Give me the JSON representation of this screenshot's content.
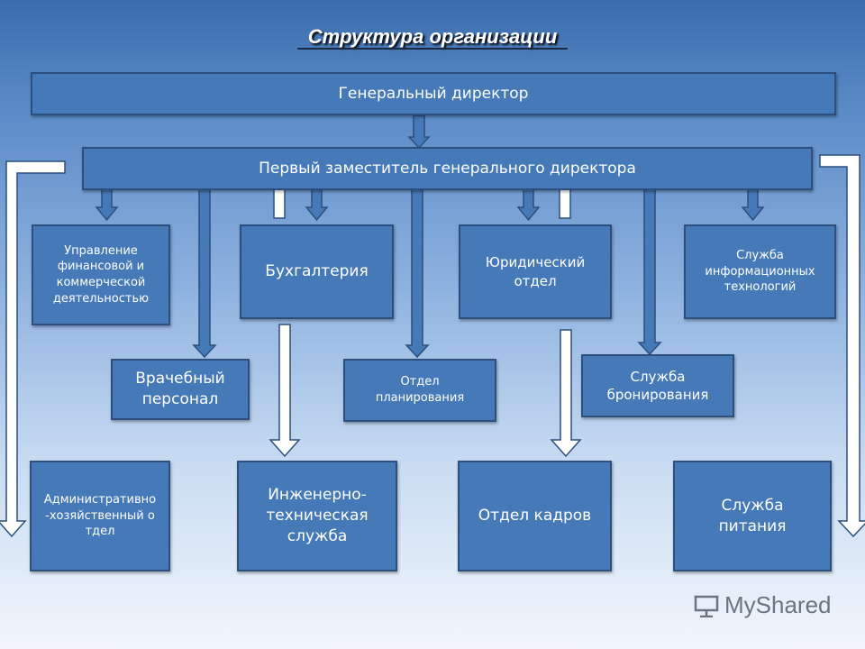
{
  "title": "Структура организации",
  "boxes": {
    "general_director": "Генеральный директор",
    "first_deputy": "Первый заместитель генерального директора",
    "finance": "Управление финансовой и коммерческой деятельностью",
    "accounting": "Бухгалтерия",
    "legal": "Юридический отдел",
    "it": "Служба информационных технологий",
    "medical": "Врачебный персонал",
    "planning": "Отдел планирования",
    "booking": "Служба бронирования",
    "admin": "Административно-хозяйственный отдел",
    "engineering": "Инженерно-техническая служба",
    "hr": "Отдел кадров",
    "catering": "Служба питания"
  },
  "watermark": "MyShared",
  "colors": {
    "box_fill": "#4679b8",
    "box_border": "#2c4f7d",
    "arrow_fill": "#4679b8",
    "arrow_outline": "#2c4f7d",
    "hollow_arrow_fill": "#ffffff"
  }
}
